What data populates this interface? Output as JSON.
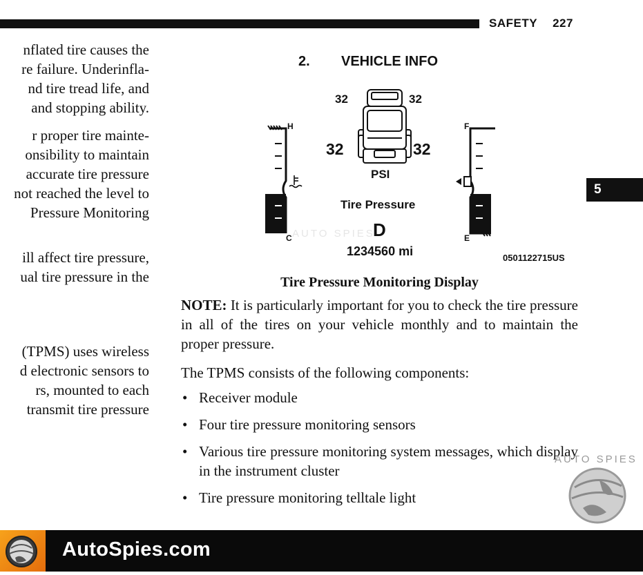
{
  "header": {
    "section": "SAFETY",
    "page_number": "227"
  },
  "side_tab": {
    "chapter": "5"
  },
  "left_column": {
    "block1": [
      "nflated tire causes the",
      "re failure. Underinfla-",
      "nd tire tread life, and",
      "and stopping ability."
    ],
    "block2": [
      "r proper tire mainte-",
      "onsibility to maintain",
      "accurate tire pressure",
      "not reached the level to",
      "Pressure Monitoring"
    ],
    "block3": [
      "ill affect tire pressure,",
      "ual tire pressure in the"
    ],
    "block4": [
      "(TPMS) uses wireless",
      "d electronic sensors to",
      "rs, mounted to each",
      "transmit tire pressure"
    ]
  },
  "diagram": {
    "step_number": "2.",
    "title": "VEHICLE INFO",
    "front_left": "32",
    "front_right": "32",
    "rear_left": "32",
    "rear_right": "32",
    "unit": "PSI",
    "label": "Tire Pressure",
    "gear": "D",
    "odometer": "1234560 mi",
    "temp_high": "H",
    "temp_low": "C",
    "fuel_full": "F",
    "fuel_empty": "E",
    "figure_code": "0501122715US"
  },
  "caption": "Tire Pressure Monitoring Display",
  "note": {
    "label": "NOTE:",
    "text": " It is particularly important for you to check the tire pressure in all of the tires on your vehicle monthly and to maintain the proper pressure."
  },
  "intro": "The TPMS consists of the following components:",
  "components": [
    "Receiver module",
    "Four tire pressure monitoring sensors",
    "Various tire pressure monitoring system messages, which display in the instrument cluster",
    "Tire pressure monitoring telltale light"
  ],
  "watermark": {
    "text": "AUTO SPIES"
  },
  "footer": {
    "brand": "AutoSpies.com"
  },
  "colors": {
    "ink": "#111111",
    "footer_bg": "#0a0a0a",
    "logo_orange": "#f39a1a",
    "watermark_gray": "#9a9a9a"
  }
}
